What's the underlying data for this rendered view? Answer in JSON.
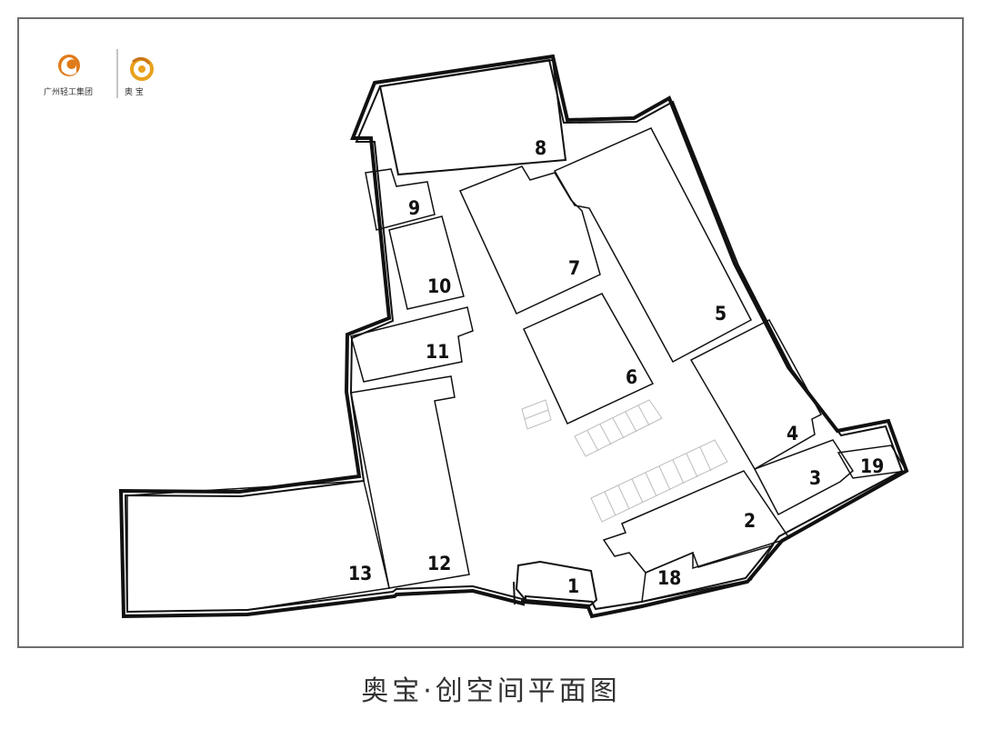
{
  "header": {
    "company_name": "广州轻工集团",
    "brand_name": "奥 宝",
    "brand_color": "#e08a1e",
    "logo_icons": [
      "company-logo-icon",
      "brand-logo-icon"
    ]
  },
  "map": {
    "units": [
      "1",
      "2",
      "3",
      "4",
      "5",
      "6",
      "7",
      "8",
      "9",
      "10",
      "11",
      "12",
      "13",
      "18",
      "19"
    ]
  },
  "caption": "奥宝·创空间平面图"
}
